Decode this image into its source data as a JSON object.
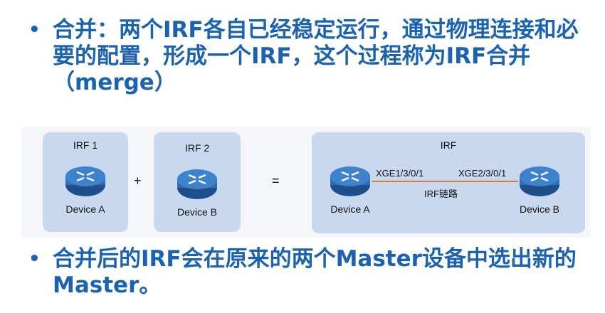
{
  "bullets": [
    "合并：两个IRF各自已经稳定运行，通过物理连接和必要的配置，形成一个IRF，这个过程称为IRF合并（merge）",
    "合并后的IRF会在原来的两个Master设备中选出新的Master。"
  ],
  "bullet_symbol": "•",
  "diagram": {
    "irf1": {
      "title": "IRF 1",
      "device": "Device A"
    },
    "plus": "+",
    "irf2": {
      "title": "IRF 2",
      "device": "Device B"
    },
    "equals": "=",
    "merged": {
      "title": "IRF",
      "device_left": "Device A",
      "device_right": "Device B",
      "port_left": "XGE1/3/0/1",
      "port_right": "XGE2/3/0/1",
      "link_label": "IRF链路"
    }
  },
  "colors": {
    "text_blue": "#1b62b3",
    "box_fill": "#c8d9ef",
    "link": "#e07b2d",
    "router_fill": "#2f6db5"
  },
  "icons": [
    "router-icon"
  ]
}
